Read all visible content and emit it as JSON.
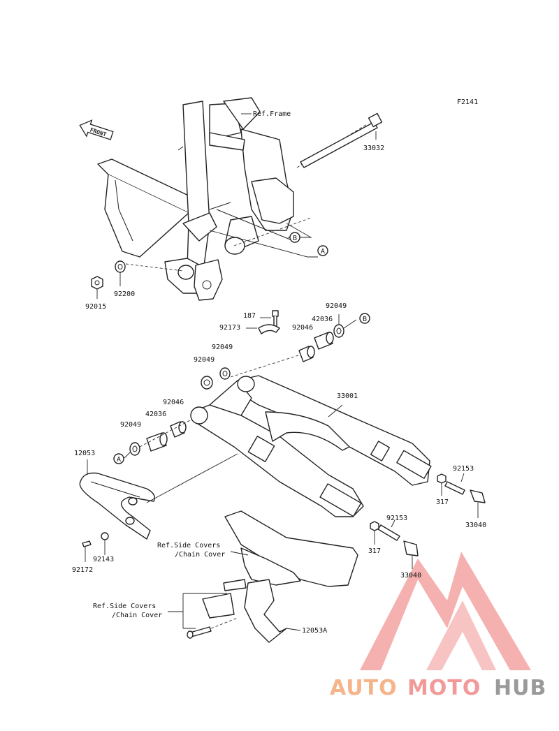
{
  "code": "F2141",
  "front_label": "FRONT",
  "ref_frame": "Ref.Frame",
  "ref_side_covers_1": "Ref.Side Covers",
  "ref_chain_cover_1": "/Chain Cover",
  "ref_side_covers_2": "Ref.Side Covers",
  "ref_chain_cover_2": "/Chain Cover",
  "callout_a": "A",
  "callout_b": "B",
  "parts": {
    "p33032": "33032",
    "p92015": "92015",
    "p92200": "92200",
    "p187": "187",
    "p92173": "92173",
    "p92049_top": "92049",
    "p92046_top": "92046",
    "p42036_top": "42036",
    "p92049_mid1": "92049",
    "p92049_mid2": "92049",
    "p33001": "33001",
    "p92046_left": "92046",
    "p42036_left": "42036",
    "p92049_left": "92049",
    "p12053": "12053",
    "p92143": "92143",
    "p92172": "92172",
    "p92153_right": "92153",
    "p317_right": "317",
    "p33040_right": "33040",
    "p92153_mid": "92153",
    "p317_mid": "317",
    "p33040_mid": "33040",
    "p12053A": "12053A"
  },
  "watermark": {
    "auto": "AUTO",
    "moto": "MOTO",
    "hub": "HUB",
    "colors": {
      "auto": "#f5b48a",
      "moto": "#f29a9a",
      "hub": "#9a9a9a",
      "logo": "#f08a8a"
    }
  }
}
